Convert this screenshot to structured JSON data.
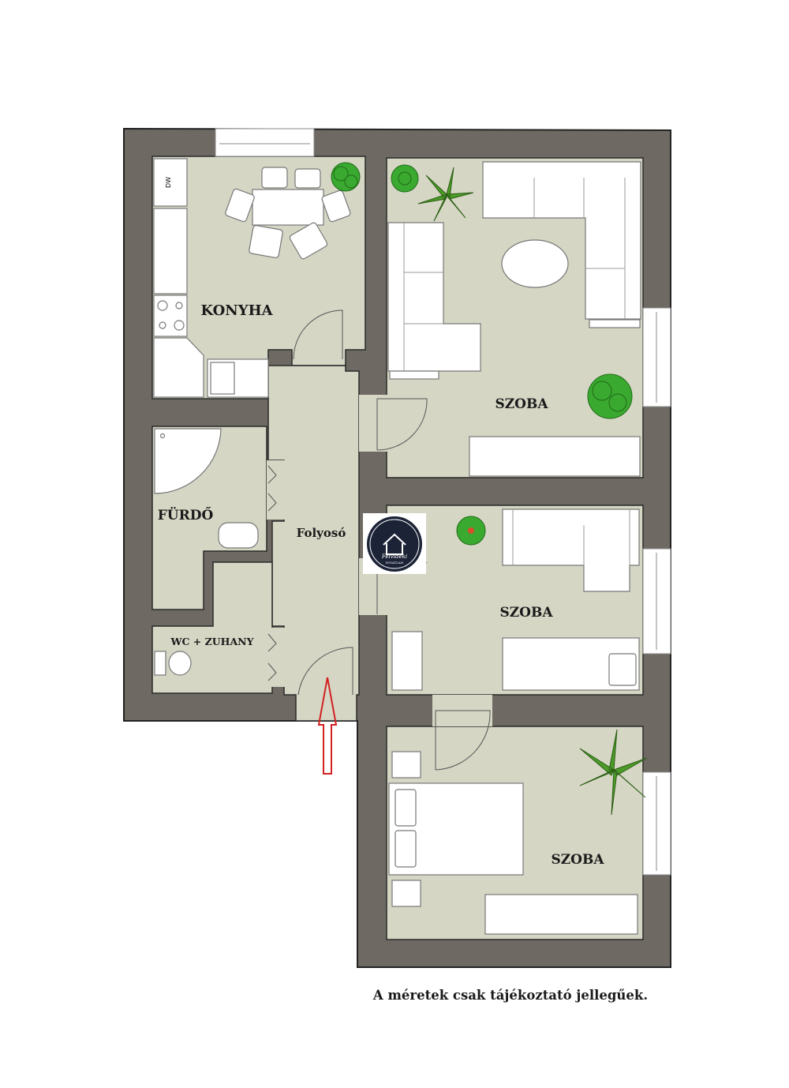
{
  "rooms": {
    "kitchen": "KONYHA",
    "living_room": "SZOBA",
    "bathroom": "FÜRDŐ",
    "hallway": "Folyosó",
    "bedroom_middle": "SZOBA",
    "wc": "WC + ZUHANY",
    "bedroom_bottom": "SZOBA"
  },
  "appliance": {
    "dishwasher": "DW"
  },
  "logo": {
    "name": "Felvidéki",
    "subtitle": "INGATLAN"
  },
  "footer_note": "A méretek csak tájékoztató jellegűek.",
  "colors": {
    "wall": "#6e6a63",
    "floor": "#d5d6c4",
    "entrance_arrow": "#d42020"
  }
}
